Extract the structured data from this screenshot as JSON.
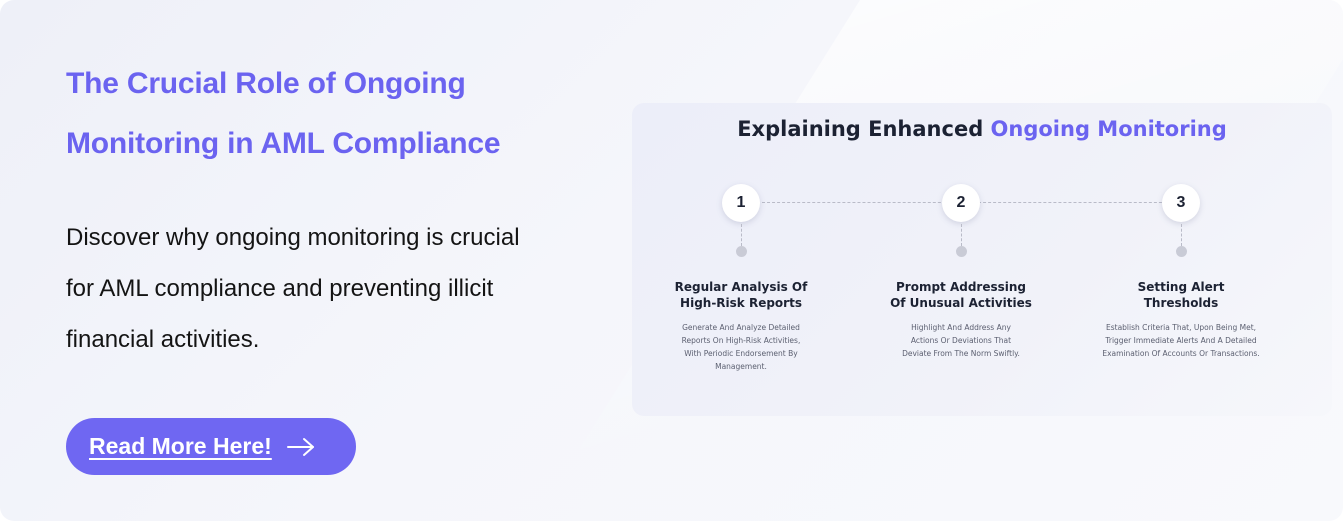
{
  "heading": {
    "line1": "The Crucial Role of Ongoing",
    "line2": "Monitoring in AML Compliance"
  },
  "description": {
    "line1": "Discover why ongoing monitoring is crucial",
    "line2": "for AML compliance and preventing illicit",
    "line3": "financial activities."
  },
  "cta": {
    "label": "Read More Here!",
    "icon": "arrow-right-icon"
  },
  "infographic": {
    "title_prefix": "Explaining Enhanced ",
    "title_accent": "Ongoing Monitoring",
    "steps": [
      {
        "number": "1",
        "heading_line1": "Regular Analysis Of",
        "heading_line2": "High-Risk Reports",
        "text_line1": "Generate And Analyze Detailed",
        "text_line2": "Reports On High-Risk Activities,",
        "text_line3": "With Periodic Endorsement By",
        "text_line4": "Management."
      },
      {
        "number": "2",
        "heading_line1": "Prompt Addressing",
        "heading_line2": "Of Unusual Activities",
        "text_line1": "Highlight And Address Any",
        "text_line2": "Actions Or Deviations That",
        "text_line3": "Deviate From The Norm Swiftly.",
        "text_line4": ""
      },
      {
        "number": "3",
        "heading_line1": "Setting Alert",
        "heading_line2": "Thresholds",
        "text_line1": "Establish Criteria That, Upon Being Met,",
        "text_line2": "Trigger Immediate Alerts And A Detailed",
        "text_line3": "Examination Of Accounts Or Transactions.",
        "text_line4": ""
      }
    ]
  },
  "colors": {
    "accent": "#6b63f0",
    "button": "#6f67f2",
    "text": "#141414"
  }
}
